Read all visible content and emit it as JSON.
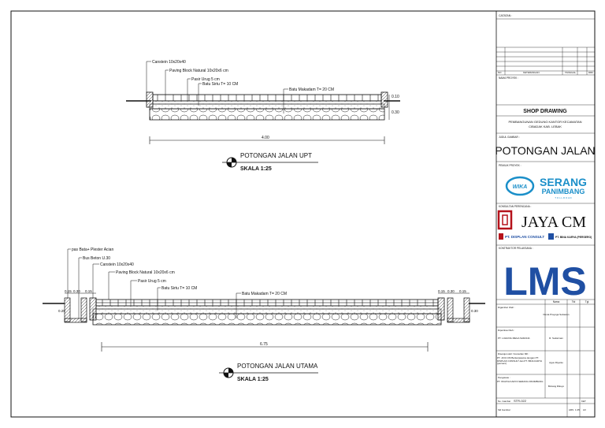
{
  "drawing_upt": {
    "labels": {
      "kanstin": "Canstein 10x20x40",
      "paving": "Paving Block Natural 10x20x6 cm",
      "pasir": "Pasir Urug 5 cm",
      "batu_sirtu": "Batu Sirtu T= 10 CM",
      "batu_makadam": "Batu Makadam T= 20 CM"
    },
    "dims": {
      "width": "4.00",
      "d1": "0.10",
      "d2": "0.30"
    },
    "title": "POTONGAN JALAN UPT",
    "scale": "SKALA 1:25"
  },
  "drawing_utama": {
    "labels": {
      "plester": "pas Bata+ Plester Acian",
      "beton": "Bus Beton U.30",
      "kanstin": "Canstein 10x20x40",
      "paving": "Paving Block Natural 10x20x6 cm",
      "pasir": "Pasir Urug 5 cm",
      "batu_sirtu": "Batu Sirtu T= 10 CM",
      "batu_makadam": "Batu Makadam T= 20 CM"
    },
    "dims": {
      "width": "6.75",
      "left_a": "0.15",
      "left_b": "0.30",
      "left_c": "0.15",
      "right_a": "0.15",
      "right_b": "0.30",
      "right_c": "0.15",
      "left_h": "0.25",
      "right_h": "0.30"
    },
    "title": "POTONGAN JALAN UTAMA",
    "scale": "SKALA 1:25"
  },
  "title_block": {
    "catatan": "CATATAN :",
    "revision_header": [
      "NO",
      "KETERANGAN",
      "TANGGAL",
      "DRF"
    ],
    "nama_proyek_label": "NAMA PROYEK :",
    "shop_drawing": "SHOP DRAWING",
    "project_line1": "PEMBANGUNAN GEDUNG KANTOR KECAMATAN",
    "project_line2": "CIBADAK KAB. LEBAK",
    "judul_gambar_label": "JUDUL GAMBAR :",
    "drawing_title": "POTONGAN JALAN",
    "pemilik_label": "PEMILIK PROYEK :",
    "pemilik_logo_line1": "SERANG",
    "pemilik_logo_line2": "PANIMBANG",
    "pemilik_tagline": "T O L L   R O A D",
    "wika": "WIKA",
    "konsultan_label": "KONSULTAN PERENCANA :",
    "jaya_text": "JAYA CM",
    "dc_text": "PT. DISPLAN CONSULT",
    "bk_text": "PT. BINA KARYA (PERSERO)",
    "kontraktor_label": "KONTRAKTOR PELAKSANA :",
    "kontraktor_logo": "LMS",
    "sign_header": [
      "",
      "Nama",
      "Ttd",
      "Tgl"
    ],
    "sign_rows": [
      {
        "role": "Digambar Oleh :",
        "company": "",
        "name": "Dexta Prayoga Setiawan"
      },
      {
        "role": "Diperiksa Oleh :",
        "company": "PT. LUHUNG MEGA SARANA",
        "name": "R. Sudarman"
      },
      {
        "role": "Disetujui oleh: Konsultan MK :",
        "company": "PT. JAYA CM Berkerjasama dengan PT. DISPLAN CONSULT dan PT. BINA KARYA (persero)",
        "name": "Agus Riyanto"
      },
      {
        "role": "Pengawas :",
        "company": "PT. WIJAYA KARYA SERANG PANIMBANG",
        "name": "Bintang Rikuyo"
      }
    ],
    "no_gambar_label": "No. Gambar",
    "no_gambar_value": "STR-022",
    "ket": "KET",
    "arsitektur": "ARS",
    "skala_label": "Skl Gambar",
    "skala_value": "1:25",
    "lembar": "A3"
  },
  "colors": {
    "line": "#111111",
    "wika_blue": "#1b8fc9",
    "jaya_red": "#b5121b",
    "lms_blue": "#1f4fa3"
  }
}
